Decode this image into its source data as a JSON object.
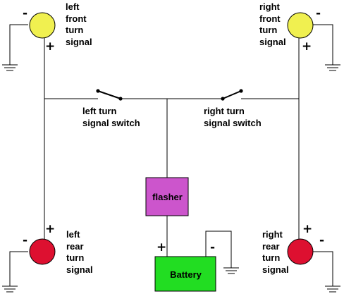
{
  "diagram": {
    "signals": {
      "left_front": {
        "lines": [
          "left",
          "front",
          "turn",
          "signal"
        ],
        "color": "#f0f050",
        "neg": "-",
        "pos": "+"
      },
      "right_front": {
        "lines": [
          "right",
          "front",
          "turn",
          "signal"
        ],
        "color": "#f0f050",
        "neg": "-",
        "pos": "+"
      },
      "left_rear": {
        "lines": [
          "left",
          "rear",
          "turn",
          "signal"
        ],
        "color": "#dd1030",
        "neg": "-",
        "pos": "+"
      },
      "right_rear": {
        "lines": [
          "right",
          "rear",
          "turn",
          "signal"
        ],
        "color": "#dd1030",
        "neg": "-",
        "pos": "+"
      }
    },
    "switches": {
      "left": {
        "lines": [
          "left turn",
          "signal switch"
        ]
      },
      "right": {
        "lines": [
          "right turn",
          "signal switch"
        ]
      }
    },
    "flasher": {
      "label": "flasher",
      "color": "#cc55cc"
    },
    "battery": {
      "label": "Battery",
      "color": "#22dd22",
      "pos": "+",
      "neg": "-"
    },
    "wire_color": "#000000"
  }
}
